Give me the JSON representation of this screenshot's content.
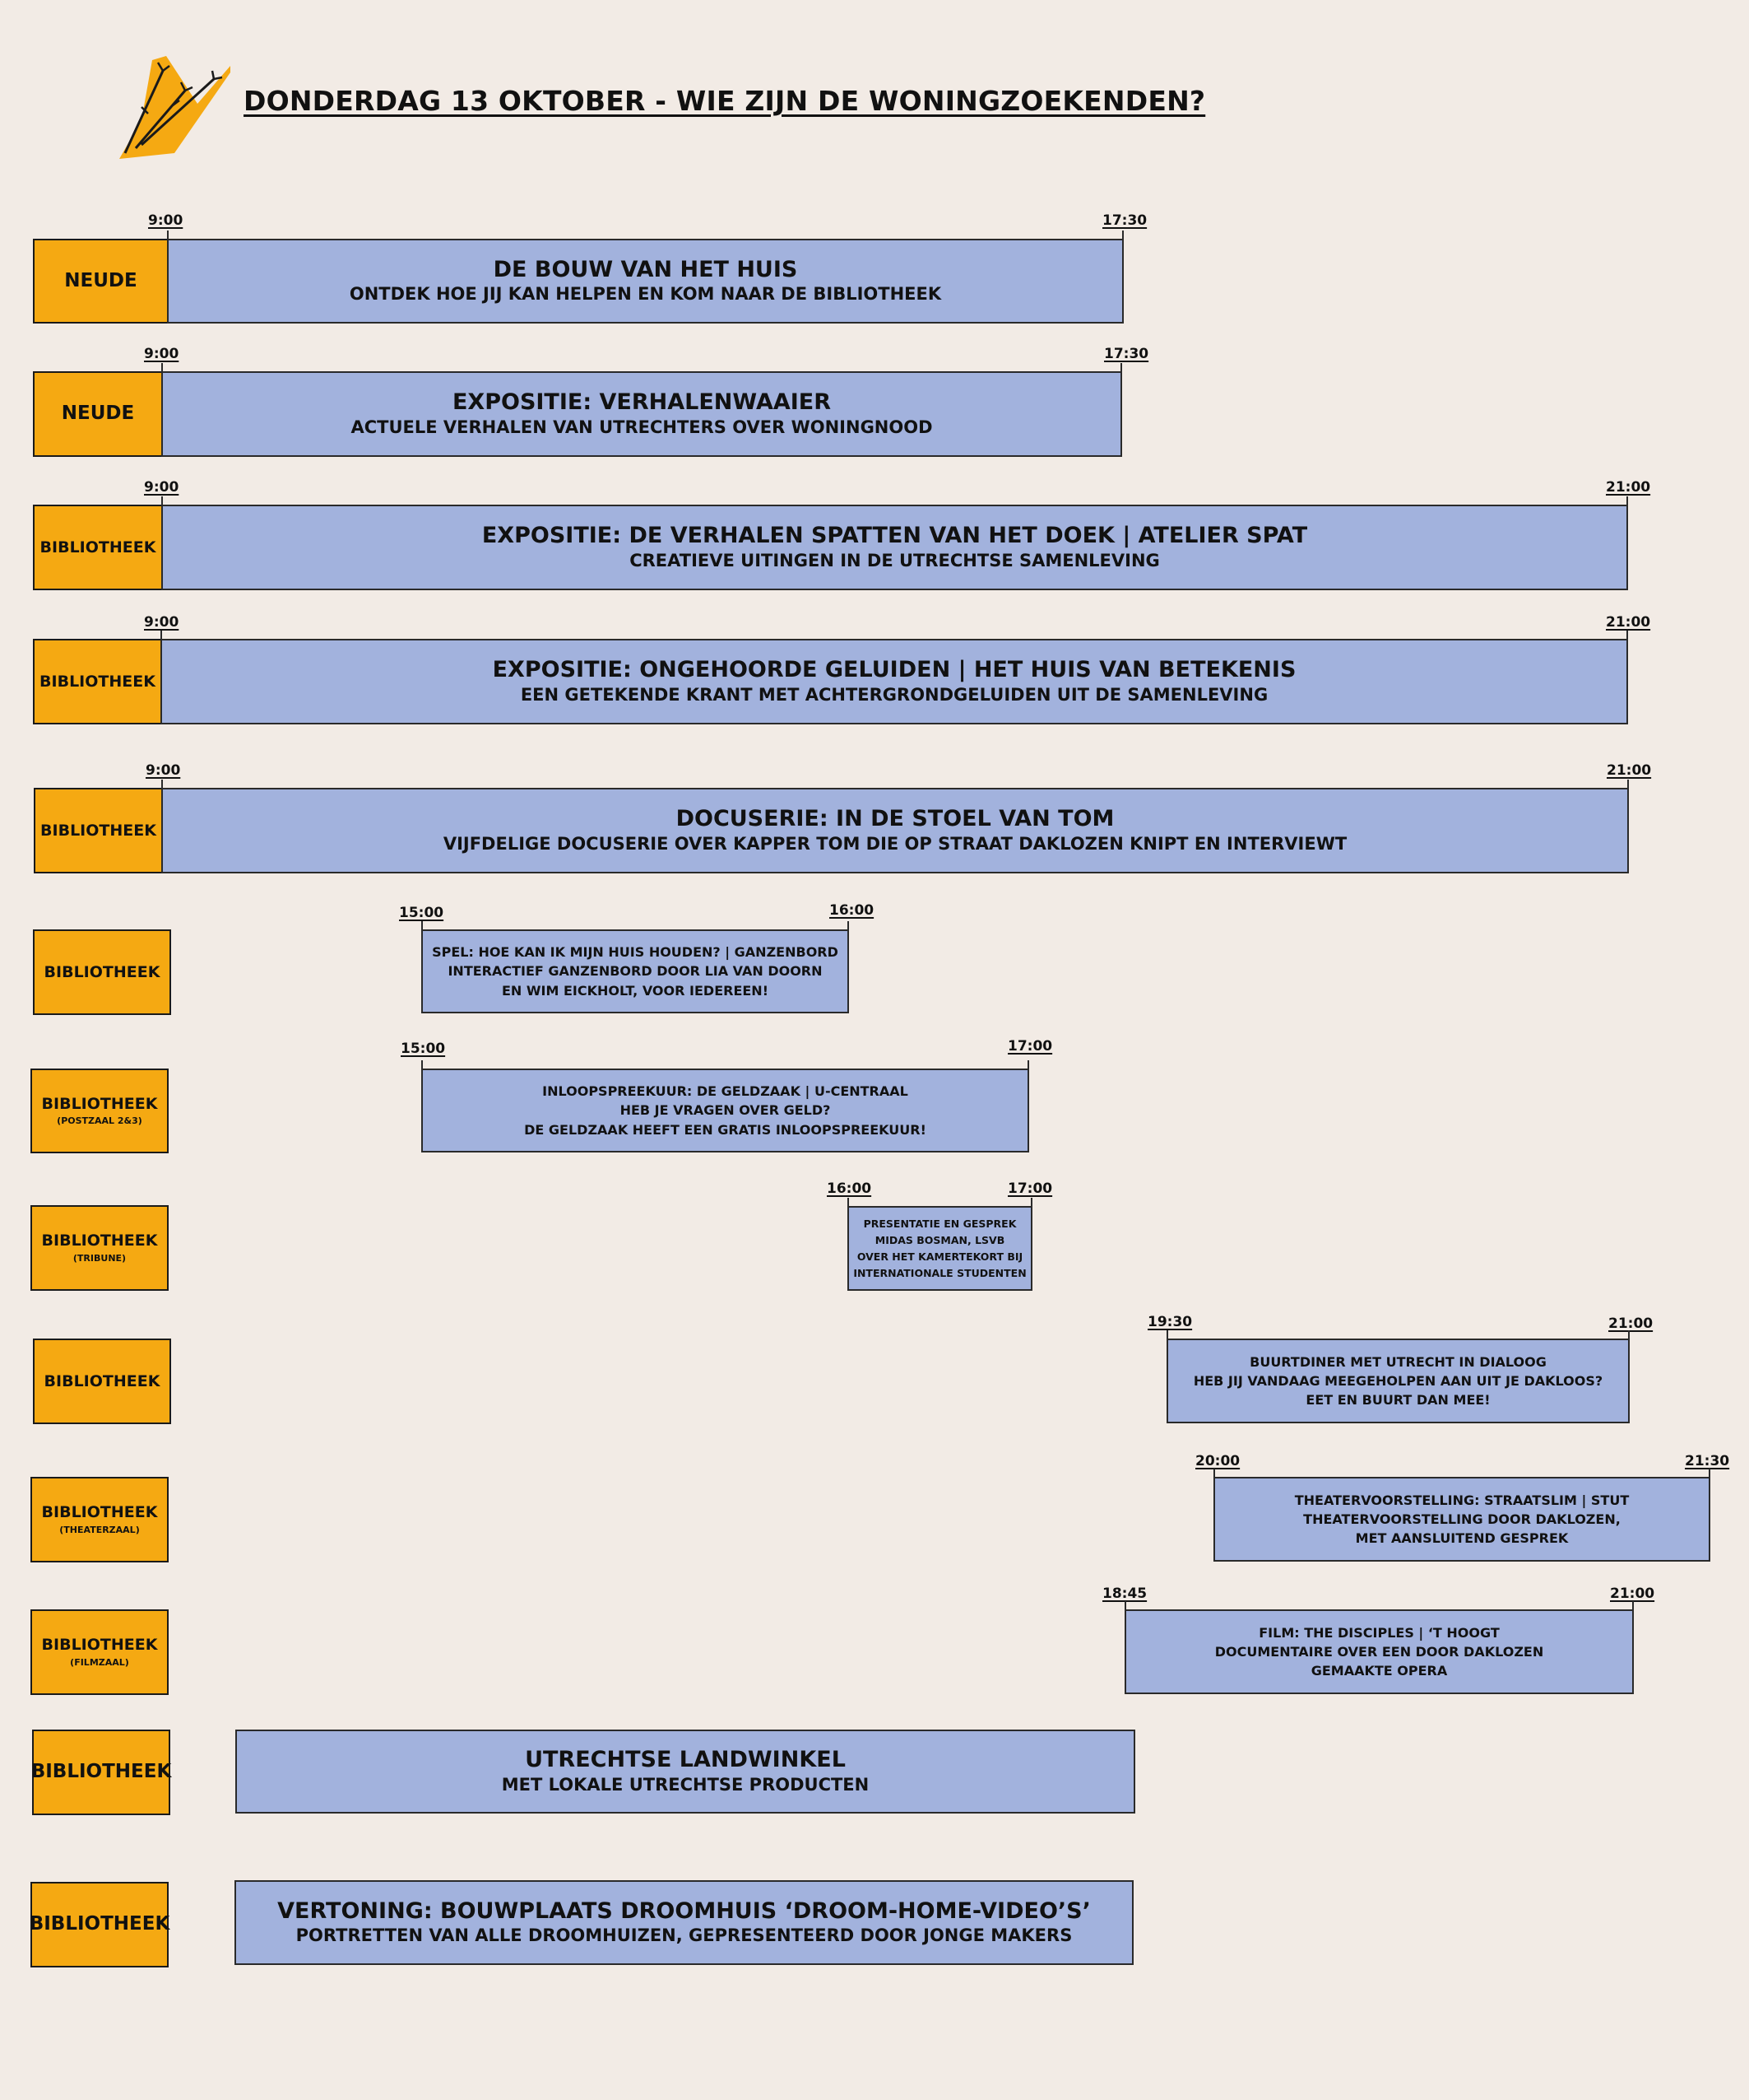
{
  "header": {
    "title": "DONDERDAG 13 OKTOBER - WIE ZIJN DE WONINGZOEKENDEN?",
    "logo_icon": "matchstick-logo-icon"
  },
  "colors": {
    "background": "#f2ebe5",
    "venue": "#f5a912",
    "event": "#a2b2dd",
    "ink": "#111111"
  },
  "rows": [
    {
      "venue": "NEUDE",
      "venue_sub": "",
      "start": "9:00",
      "end": "17:30",
      "lines": [
        "DE BOUW VAN HET HUIS",
        "ONTDEK HOE JIJ KAN HELPEN EN KOM NAAR DE BIBLIOTHEEK"
      ]
    },
    {
      "venue": "NEUDE",
      "venue_sub": "",
      "start": "9:00",
      "end": "17:30",
      "lines": [
        "EXPOSITIE: VERHALENWAAIER",
        "ACTUELE VERHALEN VAN UTRECHTERS OVER WONINGNOOD"
      ]
    },
    {
      "venue": "BIBLIOTHEEK",
      "venue_sub": "",
      "start": "9:00",
      "end": "21:00",
      "lines": [
        "EXPOSITIE: DE VERHALEN SPATTEN VAN HET DOEK | ATELIER SPAT",
        "CREATIEVE UITINGEN IN DE UTRECHTSE SAMENLEVING"
      ]
    },
    {
      "venue": "BIBLIOTHEEK",
      "venue_sub": "",
      "start": "9:00",
      "end": "21:00",
      "lines": [
        "EXPOSITIE: ONGEHOORDE GELUIDEN | HET HUIS VAN BETEKENIS",
        "EEN GETEKENDE KRANT MET ACHTERGRONDGELUIDEN UIT DE SAMENLEVING"
      ]
    },
    {
      "venue": "BIBLIOTHEEK",
      "venue_sub": "",
      "start": "9:00",
      "end": "21:00",
      "lines": [
        "DOCUSERIE: IN DE STOEL VAN TOM",
        "VIJFDELIGE DOCUSERIE OVER KAPPER TOM DIE OP STRAAT DAKLOZEN KNIPT EN INTERVIEWT"
      ]
    },
    {
      "venue": "BIBLIOTHEEK",
      "venue_sub": "",
      "start": "15:00",
      "end": "16:00",
      "lines": [
        "SPEL: HOE KAN IK MIJN HUIS HOUDEN? | GANZENBORD",
        "INTERACTIEF GANZENBORD DOOR LIA VAN DOORN",
        "EN WIM EICKHOLT, VOOR IEDEREEN!"
      ]
    },
    {
      "venue": "BIBLIOTHEEK",
      "venue_sub": "(POSTZAAL 2&3)",
      "start": "15:00",
      "end": "17:00",
      "lines": [
        "INLOOPSPREEKUUR: DE GELDZAAK | U-CENTRAAL",
        "HEB JE VRAGEN OVER GELD?",
        "DE GELDZAAK HEEFT EEN GRATIS INLOOPSPREEKUUR!"
      ]
    },
    {
      "venue": "BIBLIOTHEEK",
      "venue_sub": "(TRIBUNE)",
      "start": "16:00",
      "end": "17:00",
      "lines": [
        "PRESENTATIE EN GESPREK",
        "MIDAS BOSMAN, LSVB",
        "OVER HET KAMERTEKORT BIJ",
        "INTERNATIONALE STUDENTEN"
      ]
    },
    {
      "venue": "BIBLIOTHEEK",
      "venue_sub": "",
      "start": "19:30",
      "end": "21:00",
      "lines": [
        "BUURTDINER MET UTRECHT IN DIALOOG",
        "HEB JIJ VANDAAG MEEGEHOLPEN AAN UIT JE DAKLOOS?",
        "EET EN BUURT DAN MEE!"
      ]
    },
    {
      "venue": "BIBLIOTHEEK",
      "venue_sub": "(THEATERZAAL)",
      "start": "20:00",
      "end": "21:30",
      "lines": [
        "THEATERVOORSTELLING: STRAATSLIM | STUT",
        "THEATERVOORSTELLING DOOR DAKLOZEN,",
        "MET AANSLUITEND GESPREK"
      ]
    },
    {
      "venue": "BIBLIOTHEEK",
      "venue_sub": "(FILMZAAL)",
      "start": "18:45",
      "end": "21:00",
      "lines": [
        "FILM: THE DISCIPLES | ‘T HOOGT",
        "DOCUMENTAIRE OVER EEN DOOR DAKLOZEN",
        "GEMAAKTE OPERA"
      ]
    },
    {
      "venue": "BIBLIOTHEEK",
      "venue_sub": "",
      "start": "",
      "end": "",
      "lines": [
        "UTRECHTSE LANDWINKEL",
        "MET LOKALE UTRECHTSE PRODUCTEN"
      ]
    },
    {
      "venue": "BIBLIOTHEEK",
      "venue_sub": "",
      "start": "",
      "end": "",
      "lines": [
        "VERTONING: BOUWPLAATS DROOMHUIS ‘DROOM-HOME-VIDEO’S’",
        "PORTRETTEN VAN ALLE DROOMHUIZEN, GEPRESENTEERD DOOR JONGE MAKERS"
      ]
    }
  ]
}
